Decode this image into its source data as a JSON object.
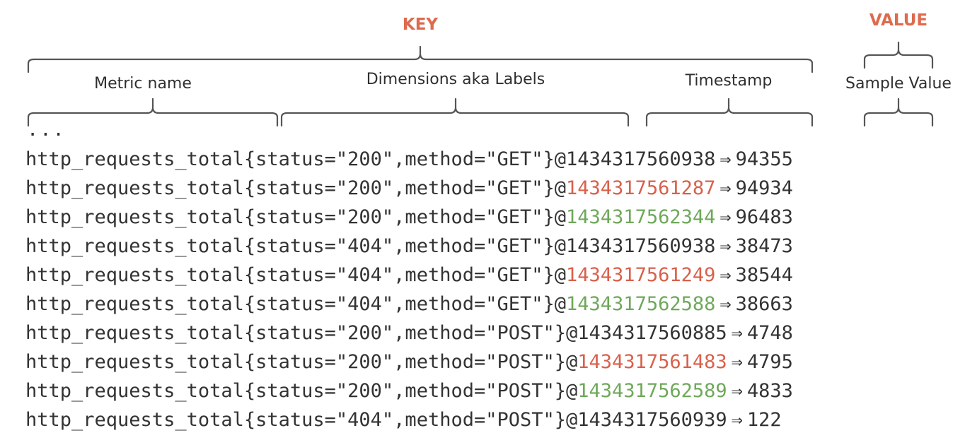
{
  "colors": {
    "accent": "#dd6b4d",
    "text": "#333333",
    "bracket": "#555555",
    "ts_default": "#333333",
    "ts_red": "#d9604b",
    "ts_green": "#6ea85a"
  },
  "headers": {
    "key": "KEY",
    "value": "VALUE"
  },
  "labels": {
    "metric_name": "Metric name",
    "dimensions": "Dimensions aka Labels",
    "timestamp": "Timestamp",
    "sample_value": "Sample Value"
  },
  "ellipsis": "...",
  "rows": [
    {
      "metric": "http_requests_total",
      "labels": "{status=\"200\",method=\"GET\"}",
      "at": "@",
      "timestamp": "1434317560938",
      "ts_color": "default",
      "arrow": "⇒",
      "value": "94355"
    },
    {
      "metric": "http_requests_total",
      "labels": "{status=\"200\",method=\"GET\"}",
      "at": "@",
      "timestamp": "1434317561287",
      "ts_color": "red",
      "arrow": "⇒",
      "value": "94934"
    },
    {
      "metric": "http_requests_total",
      "labels": "{status=\"200\",method=\"GET\"}",
      "at": "@",
      "timestamp": "1434317562344",
      "ts_color": "green",
      "arrow": "⇒",
      "value": "96483"
    },
    {
      "metric": "http_requests_total",
      "labels": "{status=\"404\",method=\"GET\"}",
      "at": "@",
      "timestamp": "1434317560938",
      "ts_color": "default",
      "arrow": "⇒",
      "value": "38473"
    },
    {
      "metric": "http_requests_total",
      "labels": "{status=\"404\",method=\"GET\"}",
      "at": "@",
      "timestamp": "1434317561249",
      "ts_color": "red",
      "arrow": "⇒",
      "value": "38544"
    },
    {
      "metric": "http_requests_total",
      "labels": "{status=\"404\",method=\"GET\"}",
      "at": "@",
      "timestamp": "1434317562588",
      "ts_color": "green",
      "arrow": "⇒",
      "value": "38663"
    },
    {
      "metric": "http_requests_total",
      "labels": "{status=\"200\",method=\"POST\"}",
      "at": "@",
      "timestamp": "1434317560885",
      "ts_color": "default",
      "arrow": "⇒",
      "value": "4748"
    },
    {
      "metric": "http_requests_total",
      "labels": "{status=\"200\",method=\"POST\"}",
      "at": "@",
      "timestamp": "1434317561483",
      "ts_color": "red",
      "arrow": "⇒",
      "value": "4795"
    },
    {
      "metric": "http_requests_total",
      "labels": "{status=\"200\",method=\"POST\"}",
      "at": "@",
      "timestamp": "1434317562589",
      "ts_color": "green",
      "arrow": "⇒",
      "value": "4833"
    },
    {
      "metric": "http_requests_total",
      "labels": "{status=\"404\",method=\"POST\"}",
      "at": "@",
      "timestamp": "1434317560939",
      "ts_color": "default",
      "arrow": "⇒",
      "value": "122"
    }
  ]
}
